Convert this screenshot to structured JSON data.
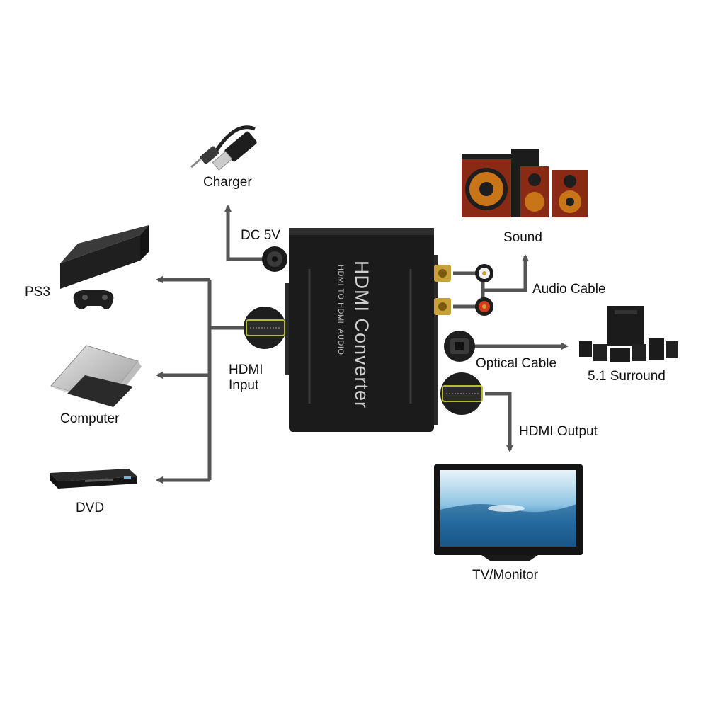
{
  "labels": {
    "charger": "Charger",
    "dc5v": "DC 5V",
    "ps3": "PS3",
    "computer": "Computer",
    "dvd": "DVD",
    "hdmi_input_line1": "HDMI",
    "hdmi_input_line2": "Input",
    "sound": "Sound",
    "audio_cable": "Audio Cable",
    "optical_cable": "Optical Cable",
    "surround": "5.1 Surround",
    "hdmi_output": "HDMI Output",
    "tv_monitor": "TV/Monitor"
  },
  "device": {
    "title": "HDMI Converter",
    "subtitle": "HDMI TO HDMI+AUDIO"
  },
  "colors": {
    "arrow": "#555555",
    "device_body": "#1b1b1b",
    "rca_red": "#d23a1a",
    "gold": "#c9a13a",
    "speaker_wood": "#8a2a14"
  }
}
